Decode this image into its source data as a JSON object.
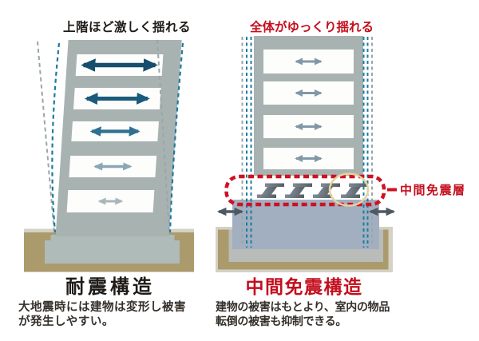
{
  "left_panel": {
    "sway_label": "上階ほど激しく揺れる",
    "heading": "耐震構造",
    "description_line1": "大地震時には建物は変形し被害",
    "description_line2": "が発生しやすい。"
  },
  "right_panel": {
    "sway_label": "全体がゆっくり揺れる",
    "heading": "中間免震構造",
    "isolation_layer_label": "中間免震層",
    "description_line1": "建物の被害はもとより、室内の物品",
    "description_line2": "転倒の被害も抑制できる。"
  },
  "colors": {
    "accent_red": "#cf1122",
    "heading_red": "#c40f1e",
    "text_black": "#2e2a25",
    "building_gray": "#a8b3b1",
    "ground_tan": "#ab9a6c",
    "ground_edge_light": "#d4d1c5",
    "podium_blue_gray": "#a2afc0",
    "pit_liner_gray": "#b9bcb8",
    "sway_dash_teal": "#1d7ba1",
    "sway_dash_gray": "#9aa6a8",
    "arrow_strong": "#164e6d",
    "arrow_weak": "#a9b6bc",
    "ground_arrow_gray": "#4d5963",
    "isolator_gray": "#5f6971",
    "highlight_circle_gold": "#e6d29c"
  }
}
